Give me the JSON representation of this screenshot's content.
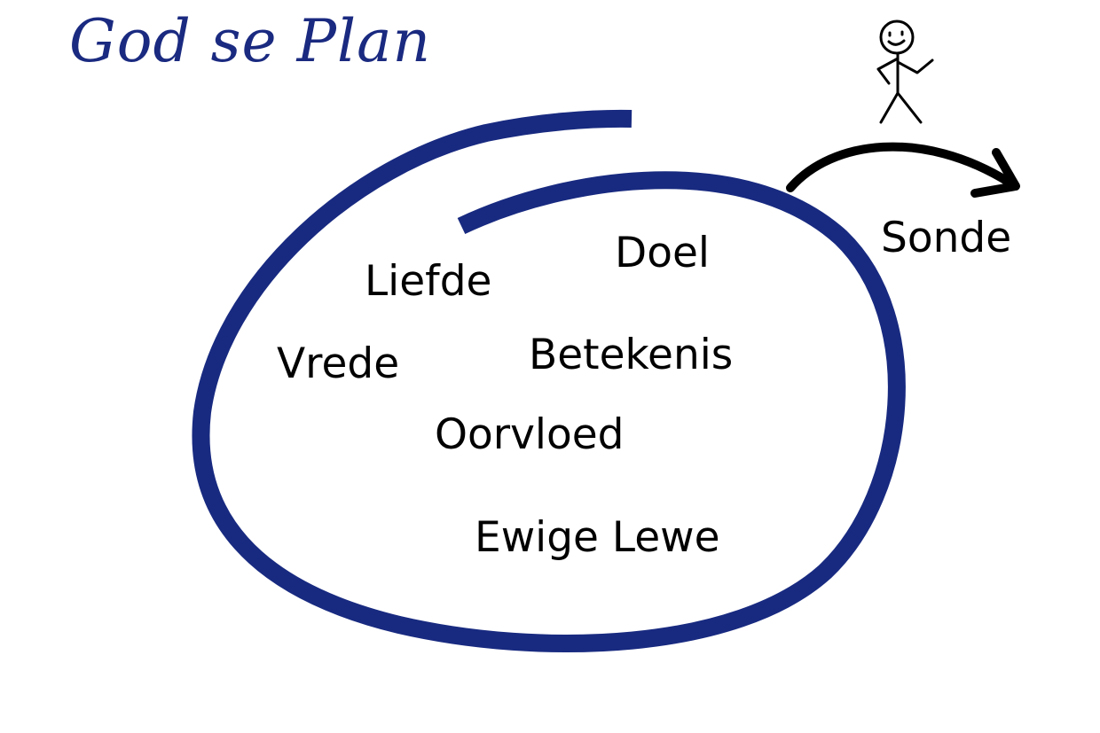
{
  "title": "God se Plan",
  "colors": {
    "title": "#1a2a80",
    "spiral": "#182a80",
    "arrow": "#000000",
    "text": "#000000"
  },
  "inside_circle": [
    "Liefde",
    "Doel",
    "Vrede",
    "Betekenis",
    "Oorvloed",
    "Ewige Lewe"
  ],
  "outside_label": "Sonde",
  "icons": {
    "figure": "stick-figure-icon",
    "arrow": "curved-arrow-icon"
  }
}
